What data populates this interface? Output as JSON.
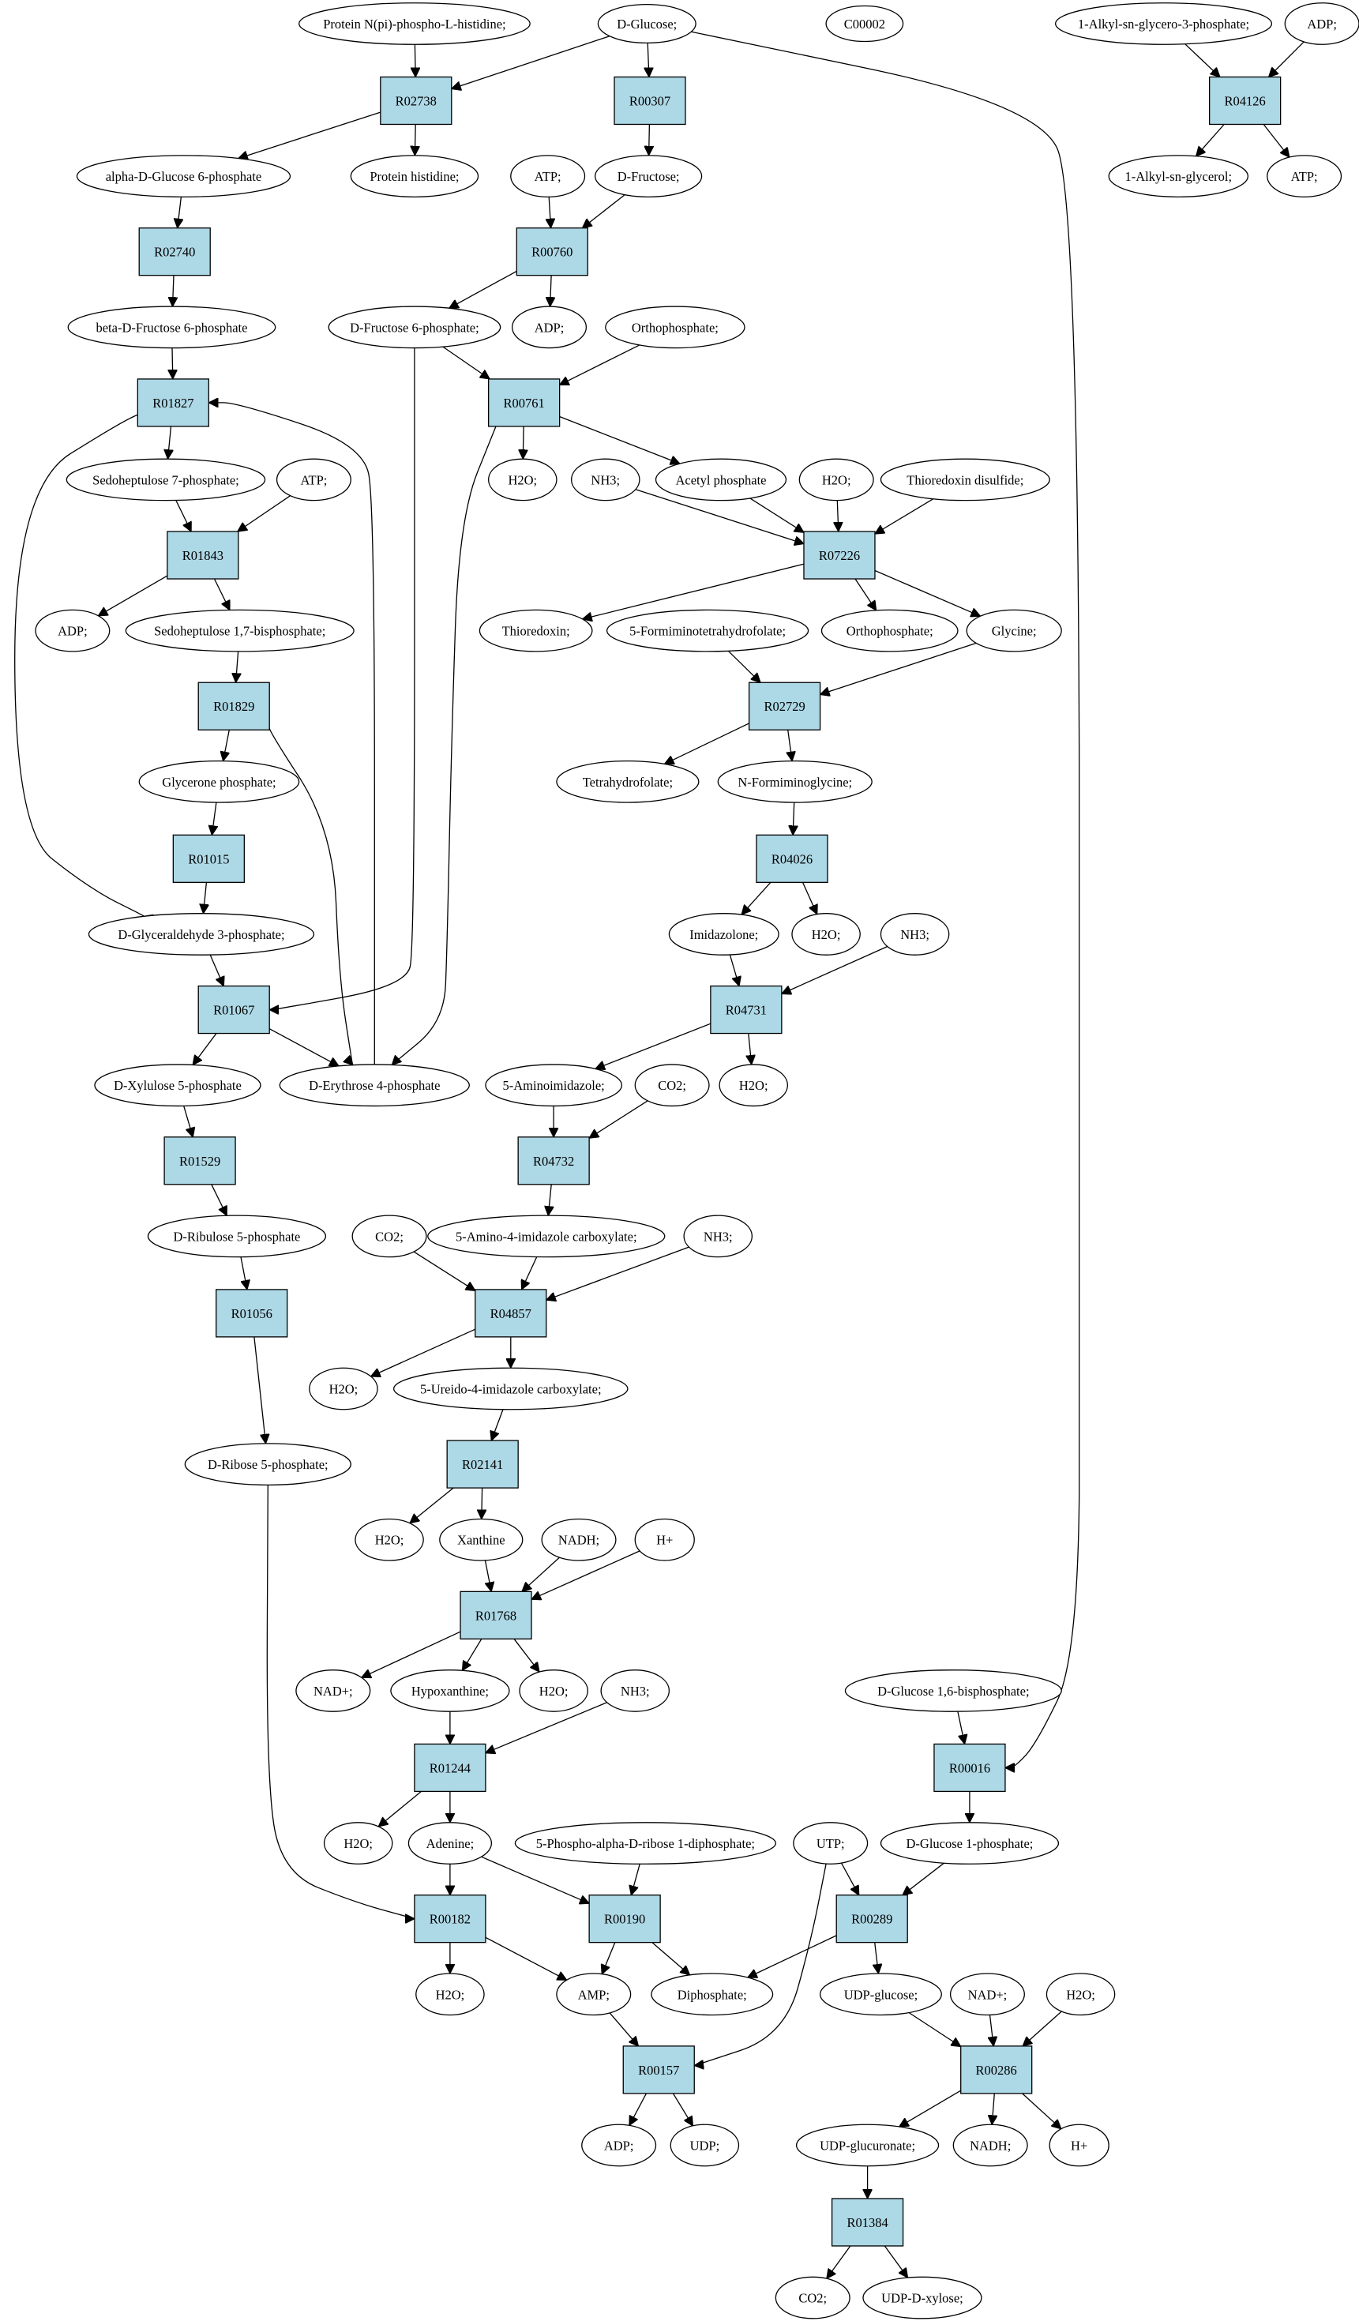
{
  "colors": {
    "reaction": "#add8e6",
    "highlight_source": "#00ff00",
    "highlight_compound": "#ffff00",
    "compound": "#ffffff"
  },
  "compounds": {
    "c_prot_nphospho": "Protein N(pi)-phospho-L-histidine;",
    "c_dglucose": "D-Glucose;",
    "c_c00002": "C00002",
    "c_alkylglycerophos": "1-Alkyl-sn-glycero-3-phosphate;",
    "c_adp_top": "ADP;",
    "c_ag6p": "alpha-D-Glucose 6-phosphate",
    "c_prothis": "Protein histidine;",
    "c_atp1": "ATP;",
    "c_dfructose": "D-Fructose;",
    "c_alkylglycerol": "1-Alkyl-sn-glycerol;",
    "c_atp_top": "ATP;",
    "c_bf6p": "beta-D-Fructose 6-phosphate",
    "c_df6p": "D-Fructose 6-phosphate;",
    "c_adp1": "ADP;",
    "c_ortho1": "Orthophosphate;",
    "c_s7p": "Sedoheptulose 7-phosphate;",
    "c_atp2": "ATP;",
    "c_h2o1": "H2O;",
    "c_nh3_1": "NH3;",
    "c_acetylp": "Acetyl phosphate",
    "c_h2o2": "H2O;",
    "c_thiodisulf": "Thioredoxin disulfide;",
    "c_adp2": "ADP;",
    "c_s17bp": "Sedoheptulose 1,7-bisphosphate;",
    "c_thioredoxin": "Thioredoxin;",
    "c_fthf": "5-Formiminotetrahydrofolate;",
    "c_ortho2": "Orthophosphate;",
    "c_glycine": "Glycine;",
    "c_glyceronep": "Glycerone phosphate;",
    "c_thf": "Tetrahydrofolate;",
    "c_nfgly": "N-Formiminoglycine;",
    "c_g3p": "D-Glyceraldehyde 3-phosphate;",
    "c_imidazolone": "Imidazolone;",
    "c_h2o3": "H2O;",
    "c_nh3_2": "NH3;",
    "c_x5p": "D-Xylulose 5-phosphate",
    "c_e4p": "D-Erythrose 4-phosphate",
    "c_aminoimid": "5-Aminoimidazole;",
    "c_co2_1": "CO2;",
    "c_h2o4": "H2O;",
    "c_ru5p": "D-Ribulose 5-phosphate",
    "c_co2_2": "CO2;",
    "c_aicarb": "5-Amino-4-imidazole carboxylate;",
    "c_nh3_3": "NH3;",
    "c_h2o5": "H2O;",
    "c_uicarb": "5-Ureido-4-imidazole carboxylate;",
    "c_r5p": "D-Ribose 5-phosphate;",
    "c_h2o6": "H2O;",
    "c_xanthine": "Xanthine",
    "c_nadh1": "NADH;",
    "c_hplus1": "H+",
    "c_nadplus1": "NAD+;",
    "c_hypoxanthine": "Hypoxanthine;",
    "c_h2o7": "H2O;",
    "c_nh3_4": "NH3;",
    "c_g16bp": "D-Glucose 1,6-bisphosphate;",
    "c_h2o8": "H2O;",
    "c_adenine": "Adenine;",
    "c_prpp": "5-Phospho-alpha-D-ribose 1-diphosphate;",
    "c_utp": "UTP;",
    "c_g1p": "D-Glucose 1-phosphate;",
    "c_h2o9": "H2O;",
    "c_amp": "AMP;",
    "c_diphosphate": "Diphosphate;",
    "c_udpglucose": "UDP-glucose;",
    "c_nadplus2": "NAD+;",
    "c_h2o10": "H2O;",
    "c_adp3": "ADP;",
    "c_udp": "UDP;",
    "c_udpglucuronate": "UDP-glucuronate;",
    "c_nadh2": "NADH;",
    "c_hplus2": "H+",
    "c_co2_3": "CO2;",
    "c_udpxylose": "UDP-D-xylose;"
  },
  "reactions": {
    "r_R02738": "R02738",
    "r_R00307": "R00307",
    "r_R04126": "R04126",
    "r_R02740": "R02740",
    "r_R00760": "R00760",
    "r_R01827": "R01827",
    "r_R00761": "R00761",
    "r_R01843": "R01843",
    "r_R07226": "R07226",
    "r_R01829": "R01829",
    "r_R02729": "R02729",
    "r_R01015": "R01015",
    "r_R04026": "R04026",
    "r_R01067": "R01067",
    "r_R04731": "R04731",
    "r_R01529": "R01529",
    "r_R04732": "R04732",
    "r_R01056": "R01056",
    "r_R04857": "R04857",
    "r_R02141": "R02141",
    "r_R01768": "R01768",
    "r_R01244": "R01244",
    "r_R00016": "R00016",
    "r_R00182": "R00182",
    "r_R00190": "R00190",
    "r_R00289": "R00289",
    "r_R00157": "R00157",
    "r_R00286": "R00286",
    "r_R01384": "R01384"
  }
}
